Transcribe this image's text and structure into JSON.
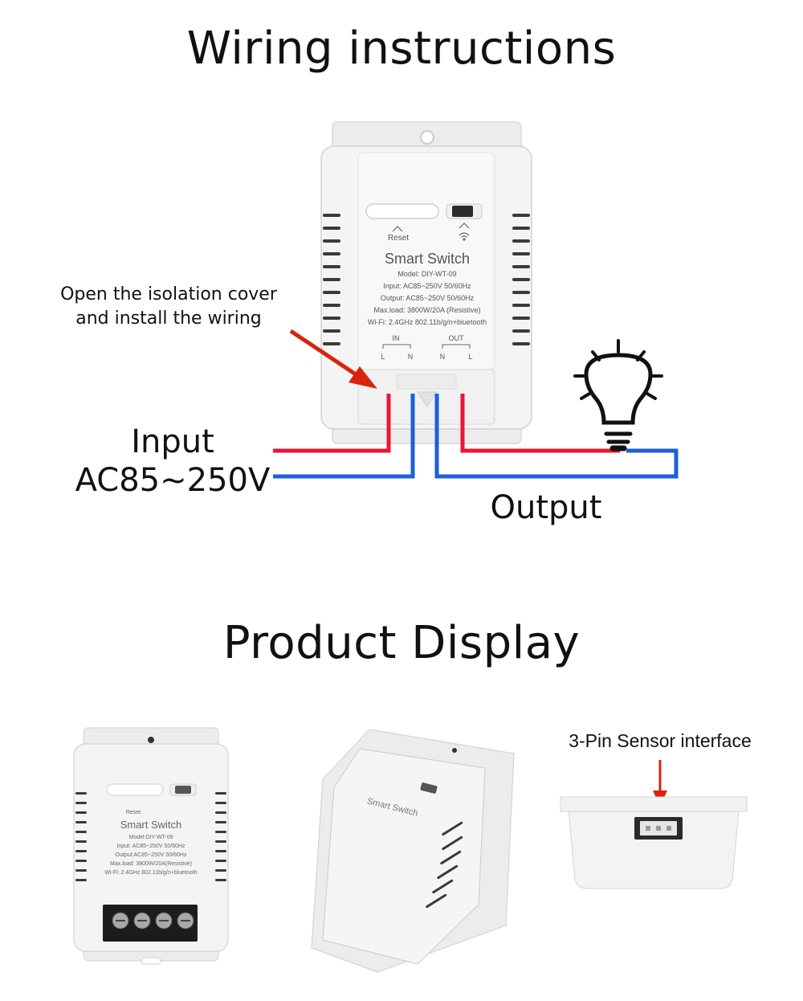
{
  "wiring": {
    "title": "Wiring instructions",
    "note_line1": "Open the isolation cover",
    "note_line2": "and install the wiring",
    "input_label": "Input",
    "input_voltage": "AC85~250V",
    "output_label": "Output"
  },
  "device": {
    "reset_label": "Reset",
    "name": "Smart Switch",
    "model": "Model: DIY-WT-09",
    "input_spec": "Input: AC85~250V 50/60Hz",
    "output_spec": "Output: AC85~250V 50/60Hz",
    "max_load": "Max.load: 3800W/20A (Resistive)",
    "wifi_spec": "Wi-Fi: 2.4GHz 802.11b/g/n+bluetooth",
    "in_label": "IN",
    "out_label": "OUT",
    "l_label": "L",
    "n_label": "N"
  },
  "product": {
    "title": "Product Display",
    "sensor_label": "3-Pin Sensor interface",
    "small_reset": "Reset",
    "small_name": "Smart Switch",
    "small_model": "Model:DIY-WT-09",
    "small_input": "Input: AC85~250V 50/60Hz",
    "small_output": "Output:AC85~250V 50/60Hz",
    "small_max": "Max.load: 3800W/20A(Resistive)",
    "small_wifi": "Wi-Fi: 2.4GHz 802.11b/g/n+bluetooth",
    "angled_name": "Smart Switch"
  },
  "colors": {
    "live_wire": "#e8173a",
    "neutral_wire": "#1e5fd8",
    "arrow": "#d9230f",
    "device_body": "#f3f3f3",
    "device_edge": "#d4d4d4"
  }
}
